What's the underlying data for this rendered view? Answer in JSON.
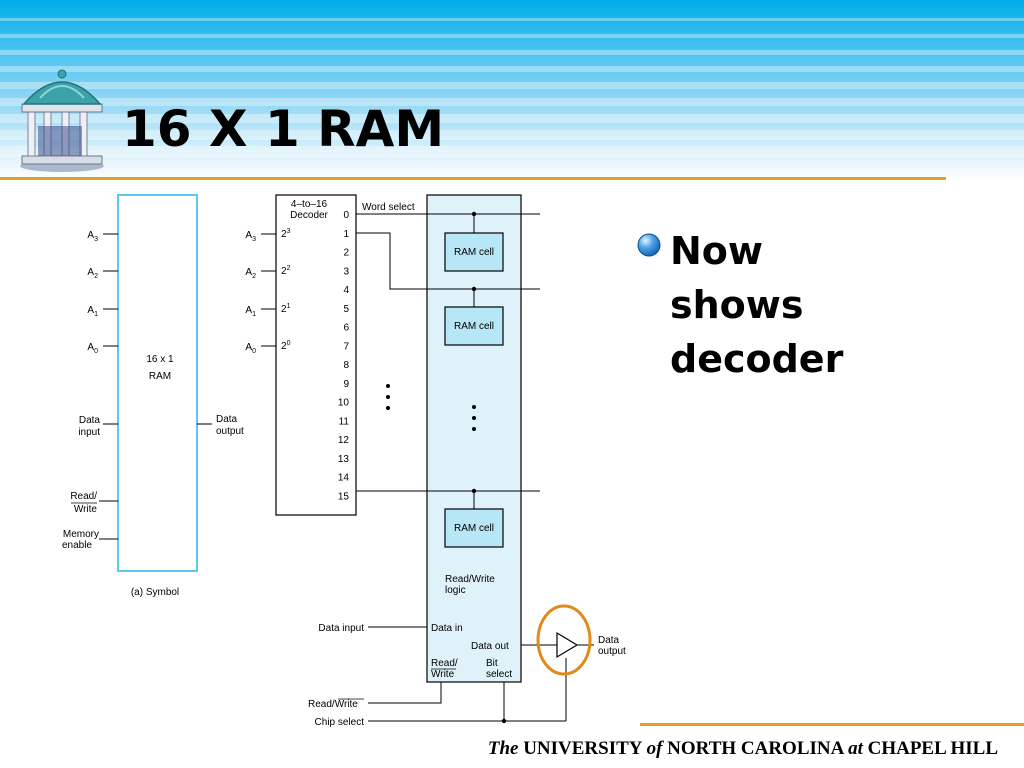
{
  "slide": {
    "title": "16 X 1 RAM",
    "bullet": "Now shows decoder",
    "logo_icon": "old-well-icon"
  },
  "footer": {
    "the": "The",
    "university": "UNIVERSITY",
    "of": "of",
    "nc": "NORTH CAROLINA",
    "at": "at",
    "ch": "CHAPEL HILL"
  },
  "symbol": {
    "block_label_1": "16 x 1",
    "block_label_2": "RAM",
    "inputs": [
      {
        "name": "A",
        "sub": "3"
      },
      {
        "name": "A",
        "sub": "2"
      },
      {
        "name": "A",
        "sub": "1"
      },
      {
        "name": "A",
        "sub": "0"
      }
    ],
    "data_input": [
      "Data",
      "input"
    ],
    "read_write": [
      "Read/",
      "Write"
    ],
    "memory_enable": [
      "Memory",
      "enable"
    ],
    "data_output": [
      "Data",
      "output"
    ],
    "caption": "(a) Symbol"
  },
  "decoder": {
    "title_1": "4–to–16",
    "title_2": "Decoder",
    "inputs": [
      {
        "name": "A",
        "sub": "3",
        "weight": "2",
        "exp": "3"
      },
      {
        "name": "A",
        "sub": "2",
        "weight": "2",
        "exp": "2"
      },
      {
        "name": "A",
        "sub": "1",
        "weight": "2",
        "exp": "1"
      },
      {
        "name": "A",
        "sub": "0",
        "weight": "2",
        "exp": "0"
      }
    ],
    "outputs": [
      "0",
      "1",
      "2",
      "3",
      "4",
      "5",
      "6",
      "7",
      "8",
      "9",
      "10",
      "11",
      "12",
      "13",
      "14",
      "15"
    ],
    "word_select": "Word select"
  },
  "array": {
    "cell_label": "RAM cell",
    "rw_logic": [
      "Read/Write",
      "logic"
    ],
    "data_in": "Data in",
    "data_out": "Data out",
    "rw_port": [
      "Read/",
      "Write"
    ],
    "bit_select": [
      "Bit",
      "select"
    ]
  },
  "external": {
    "data_input": "Data input",
    "read_write": "Read/",
    "write_bar": "Write",
    "chip_select": "Chip select",
    "data_output": [
      "Data",
      "output"
    ]
  },
  "colors": {
    "accent_rule": "#e0a020",
    "highlight_circle": "#e08a1e",
    "symbol_border": "#5bc8ee",
    "array_fill": "#dff2fa",
    "cell_fill": "#b7e6f6"
  }
}
